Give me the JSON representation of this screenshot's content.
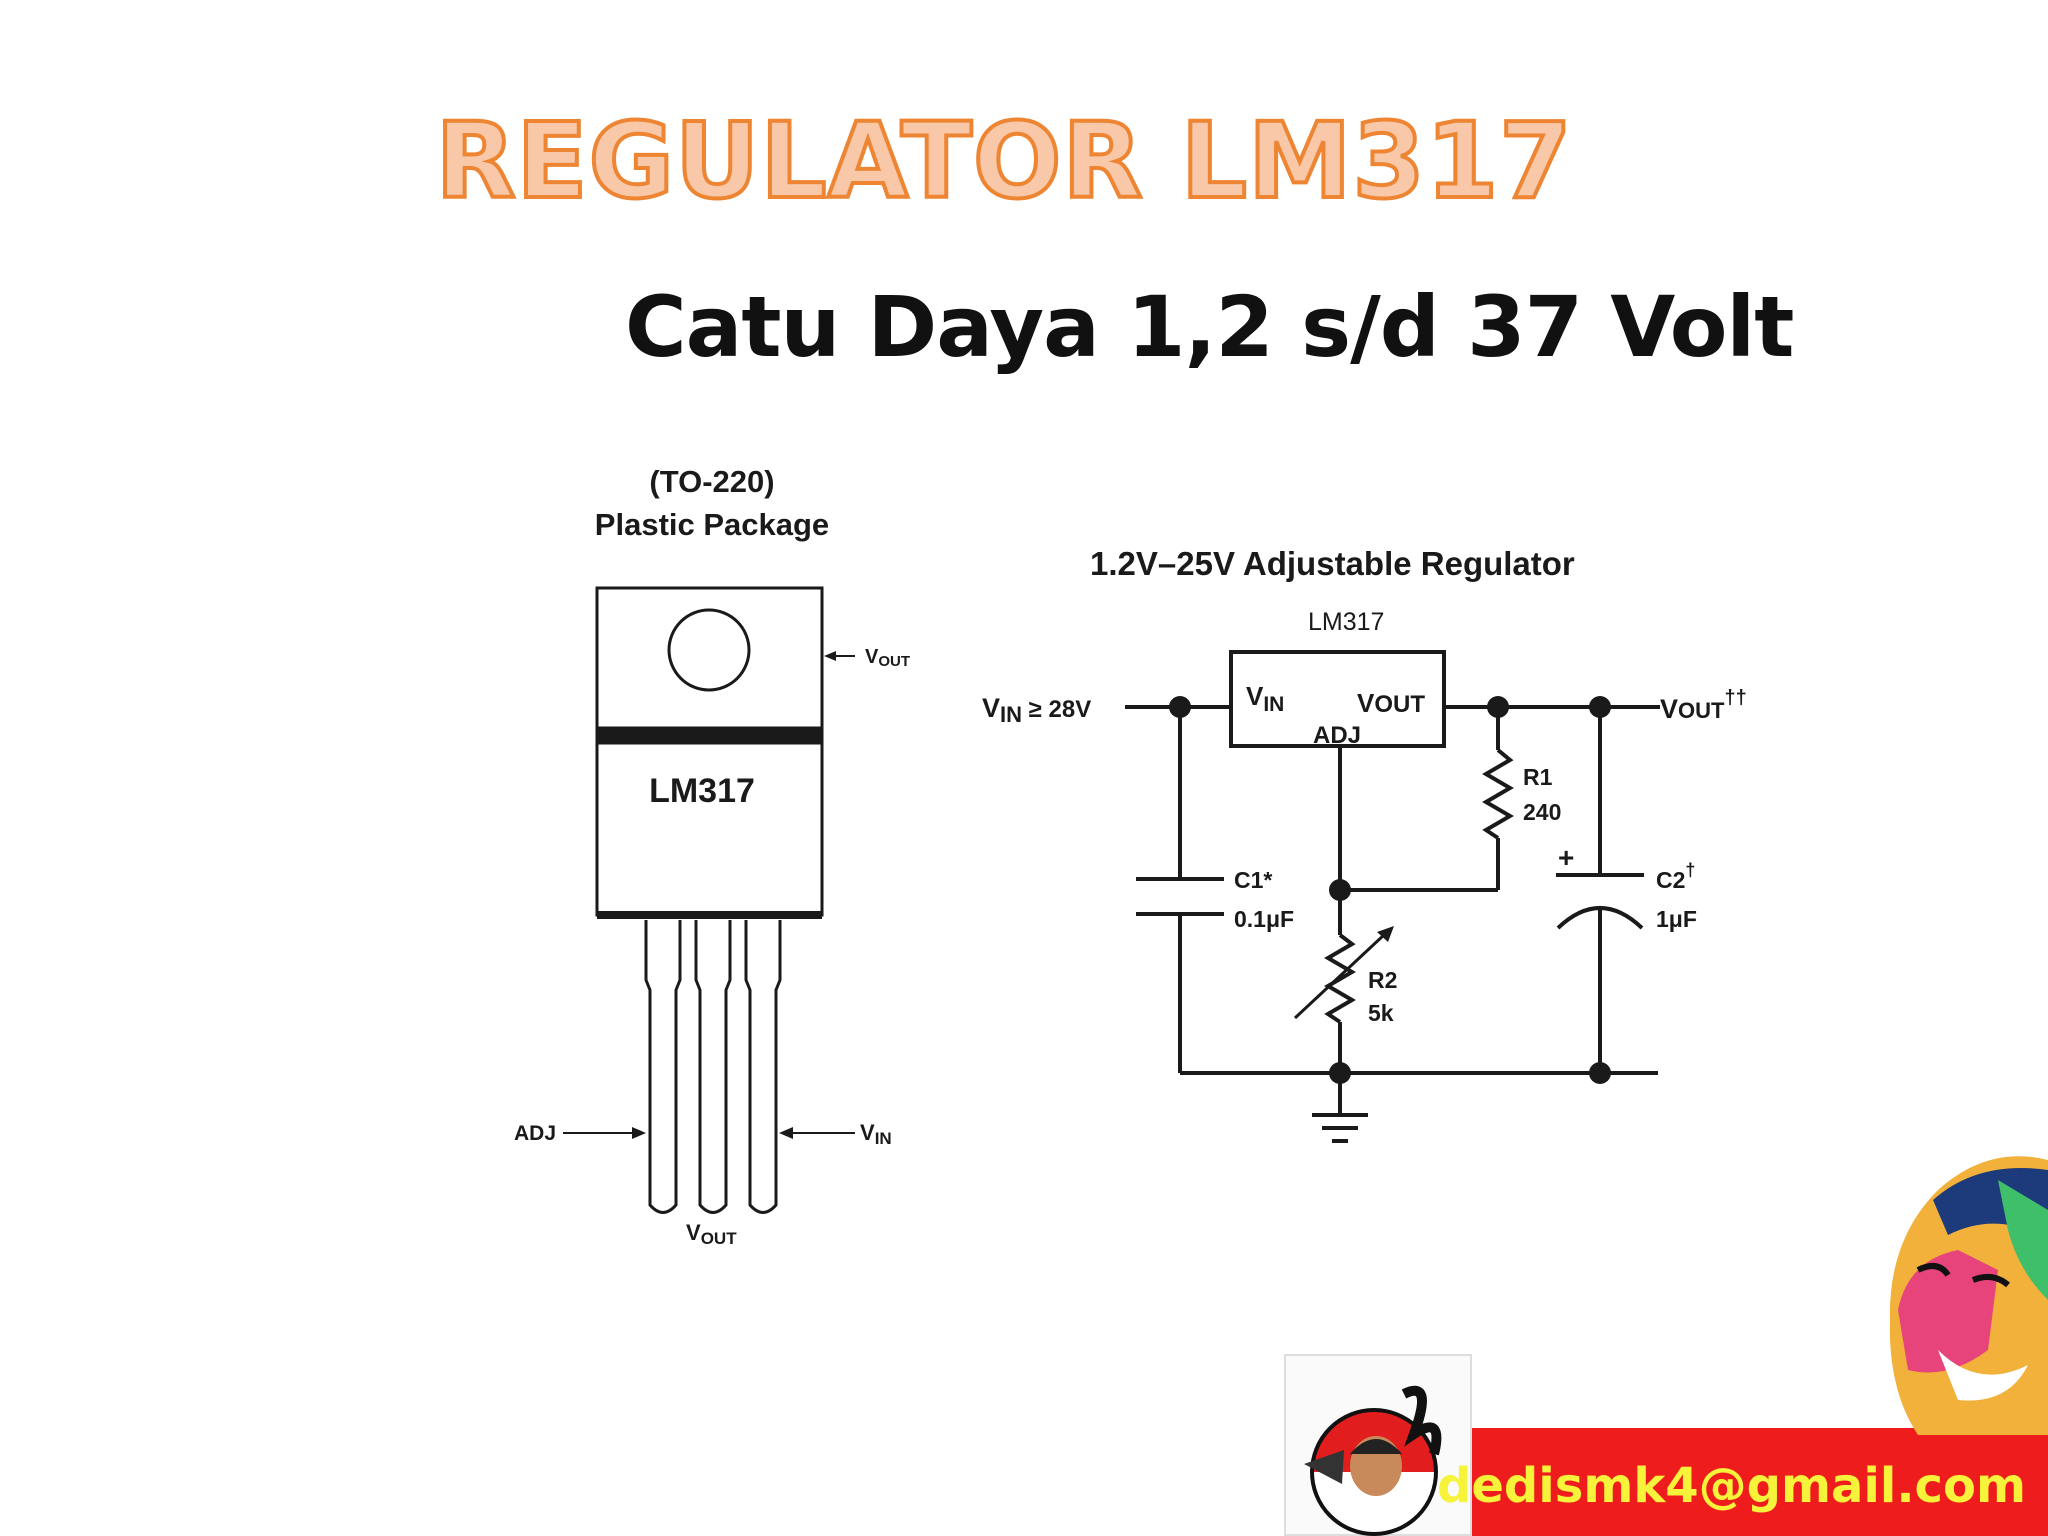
{
  "slide": {
    "title": "REGULATOR LM317",
    "subtitle": "Catu Daya 1,2  s/d 37 Volt",
    "email": "dedismk4@gmail.com"
  },
  "package": {
    "type": "(TO-220)",
    "name": "Plastic Package",
    "chip_label": "LM317",
    "pin_adj": "ADJ",
    "pin_vin": "V",
    "pin_vin_sub": "IN",
    "pin_vout": "V",
    "pin_vout_sub": "OUT",
    "tab_vout": "V",
    "tab_vout_sub": "OUT"
  },
  "circuit": {
    "title": "1.2V–25V Adjustable Regulator",
    "ic_name": "LM317",
    "ic_vin": "V",
    "ic_vin_sub": "IN",
    "ic_vout": "V",
    "ic_vout_sub": "OUT",
    "ic_adj": "ADJ",
    "input_v": "V",
    "input_sub": "IN",
    "input_rest": " ≥ 28V",
    "output_v": "V",
    "output_sub": "OUT",
    "output_sup": "††",
    "r1_name": "R1",
    "r1_value": "240",
    "r2_name": "R2",
    "r2_value": "5k",
    "c1_name": "C1*",
    "c1_value": "0.1μF",
    "c2_name": "C2",
    "c2_sup": "†",
    "c2_value": "1μF",
    "c2_plus": "+"
  }
}
